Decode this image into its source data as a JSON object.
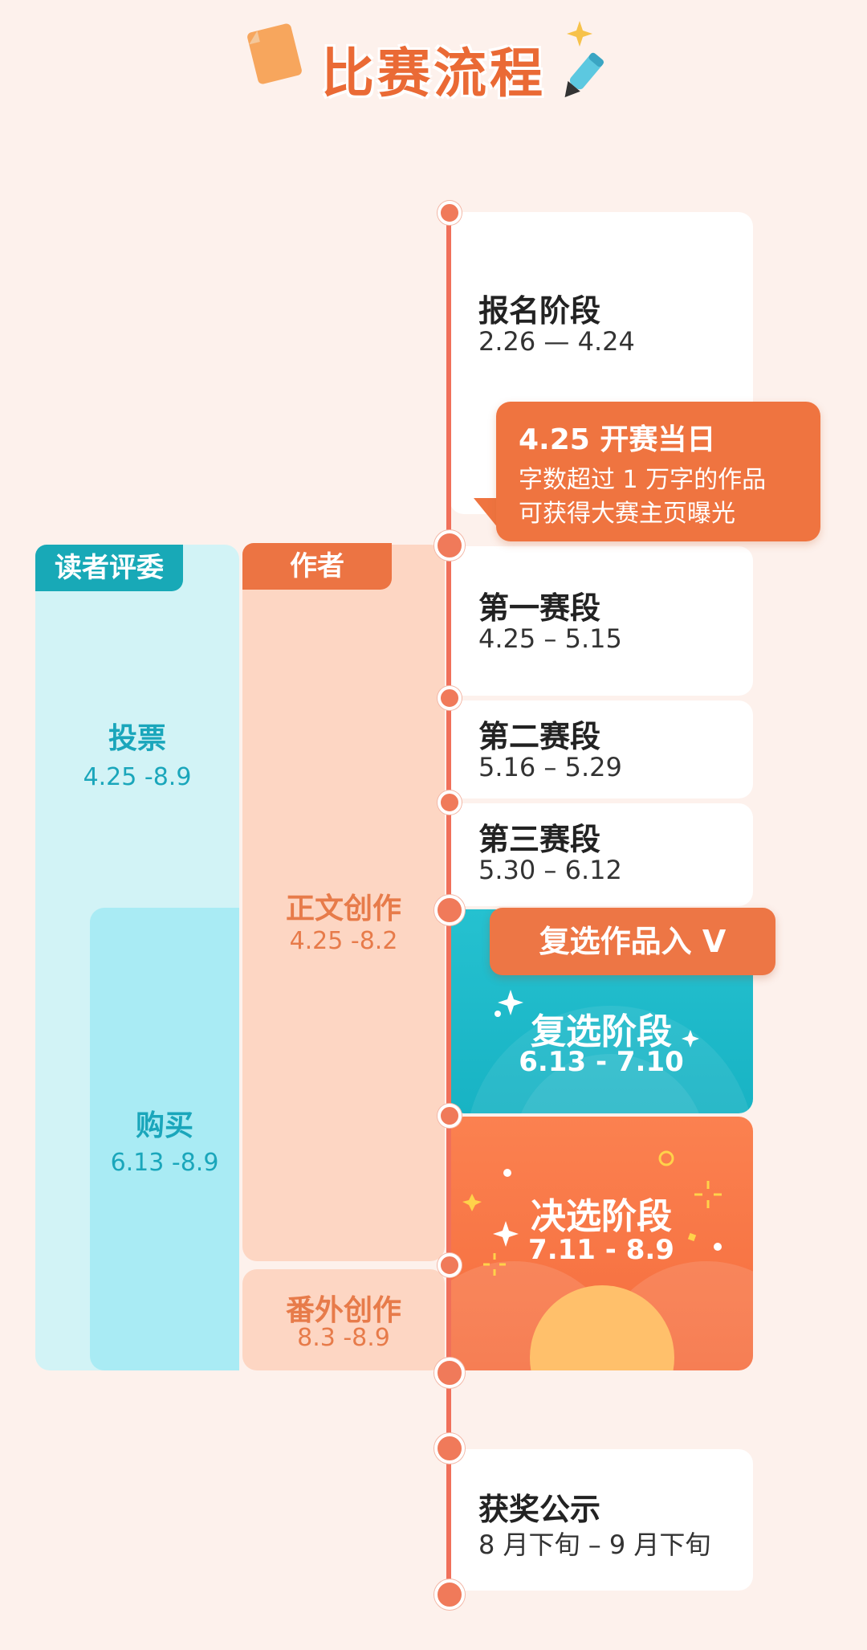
{
  "header": {
    "title": "比赛流程"
  },
  "stages": {
    "signup": {
      "title": "报名阶段",
      "date": "2.26 — 4.24"
    },
    "opening": {
      "title": "4.25 开赛当日",
      "line1": "字数超过 1 万字的作品",
      "line2": "可获得大赛主页曝光"
    },
    "round1": {
      "title": "第一赛段",
      "date": "4.25 – 5.15"
    },
    "round2": {
      "title": "第二赛段",
      "date": "5.16 – 5.29"
    },
    "round3": {
      "title": "第三赛段",
      "date": "5.30 – 6.12"
    },
    "advance_badge": "复选作品入 V",
    "semifinal": {
      "title": "复选阶段",
      "date": "6.13 - 7.10"
    },
    "final": {
      "title": "决选阶段",
      "date": "7.11 - 8.9"
    },
    "awards": {
      "title": "获奖公示",
      "date": "8 月下旬 – 9 月下旬"
    }
  },
  "lanes": {
    "reader": {
      "tab": "读者评委",
      "vote": {
        "label": "投票",
        "date": "4.25 -8.9"
      },
      "buy": {
        "label": "购买",
        "date": "6.13 -8.9"
      }
    },
    "author": {
      "tab": "作者",
      "writing": {
        "label": "正文创作",
        "date": "4.25 -8.2"
      },
      "extra": {
        "label": "番外创作",
        "date": "8.3 -8.9"
      }
    }
  },
  "colors": {
    "accent_orange": "#ef7440",
    "accent_teal": "#18a9b7",
    "timeline": "#f0705a"
  }
}
